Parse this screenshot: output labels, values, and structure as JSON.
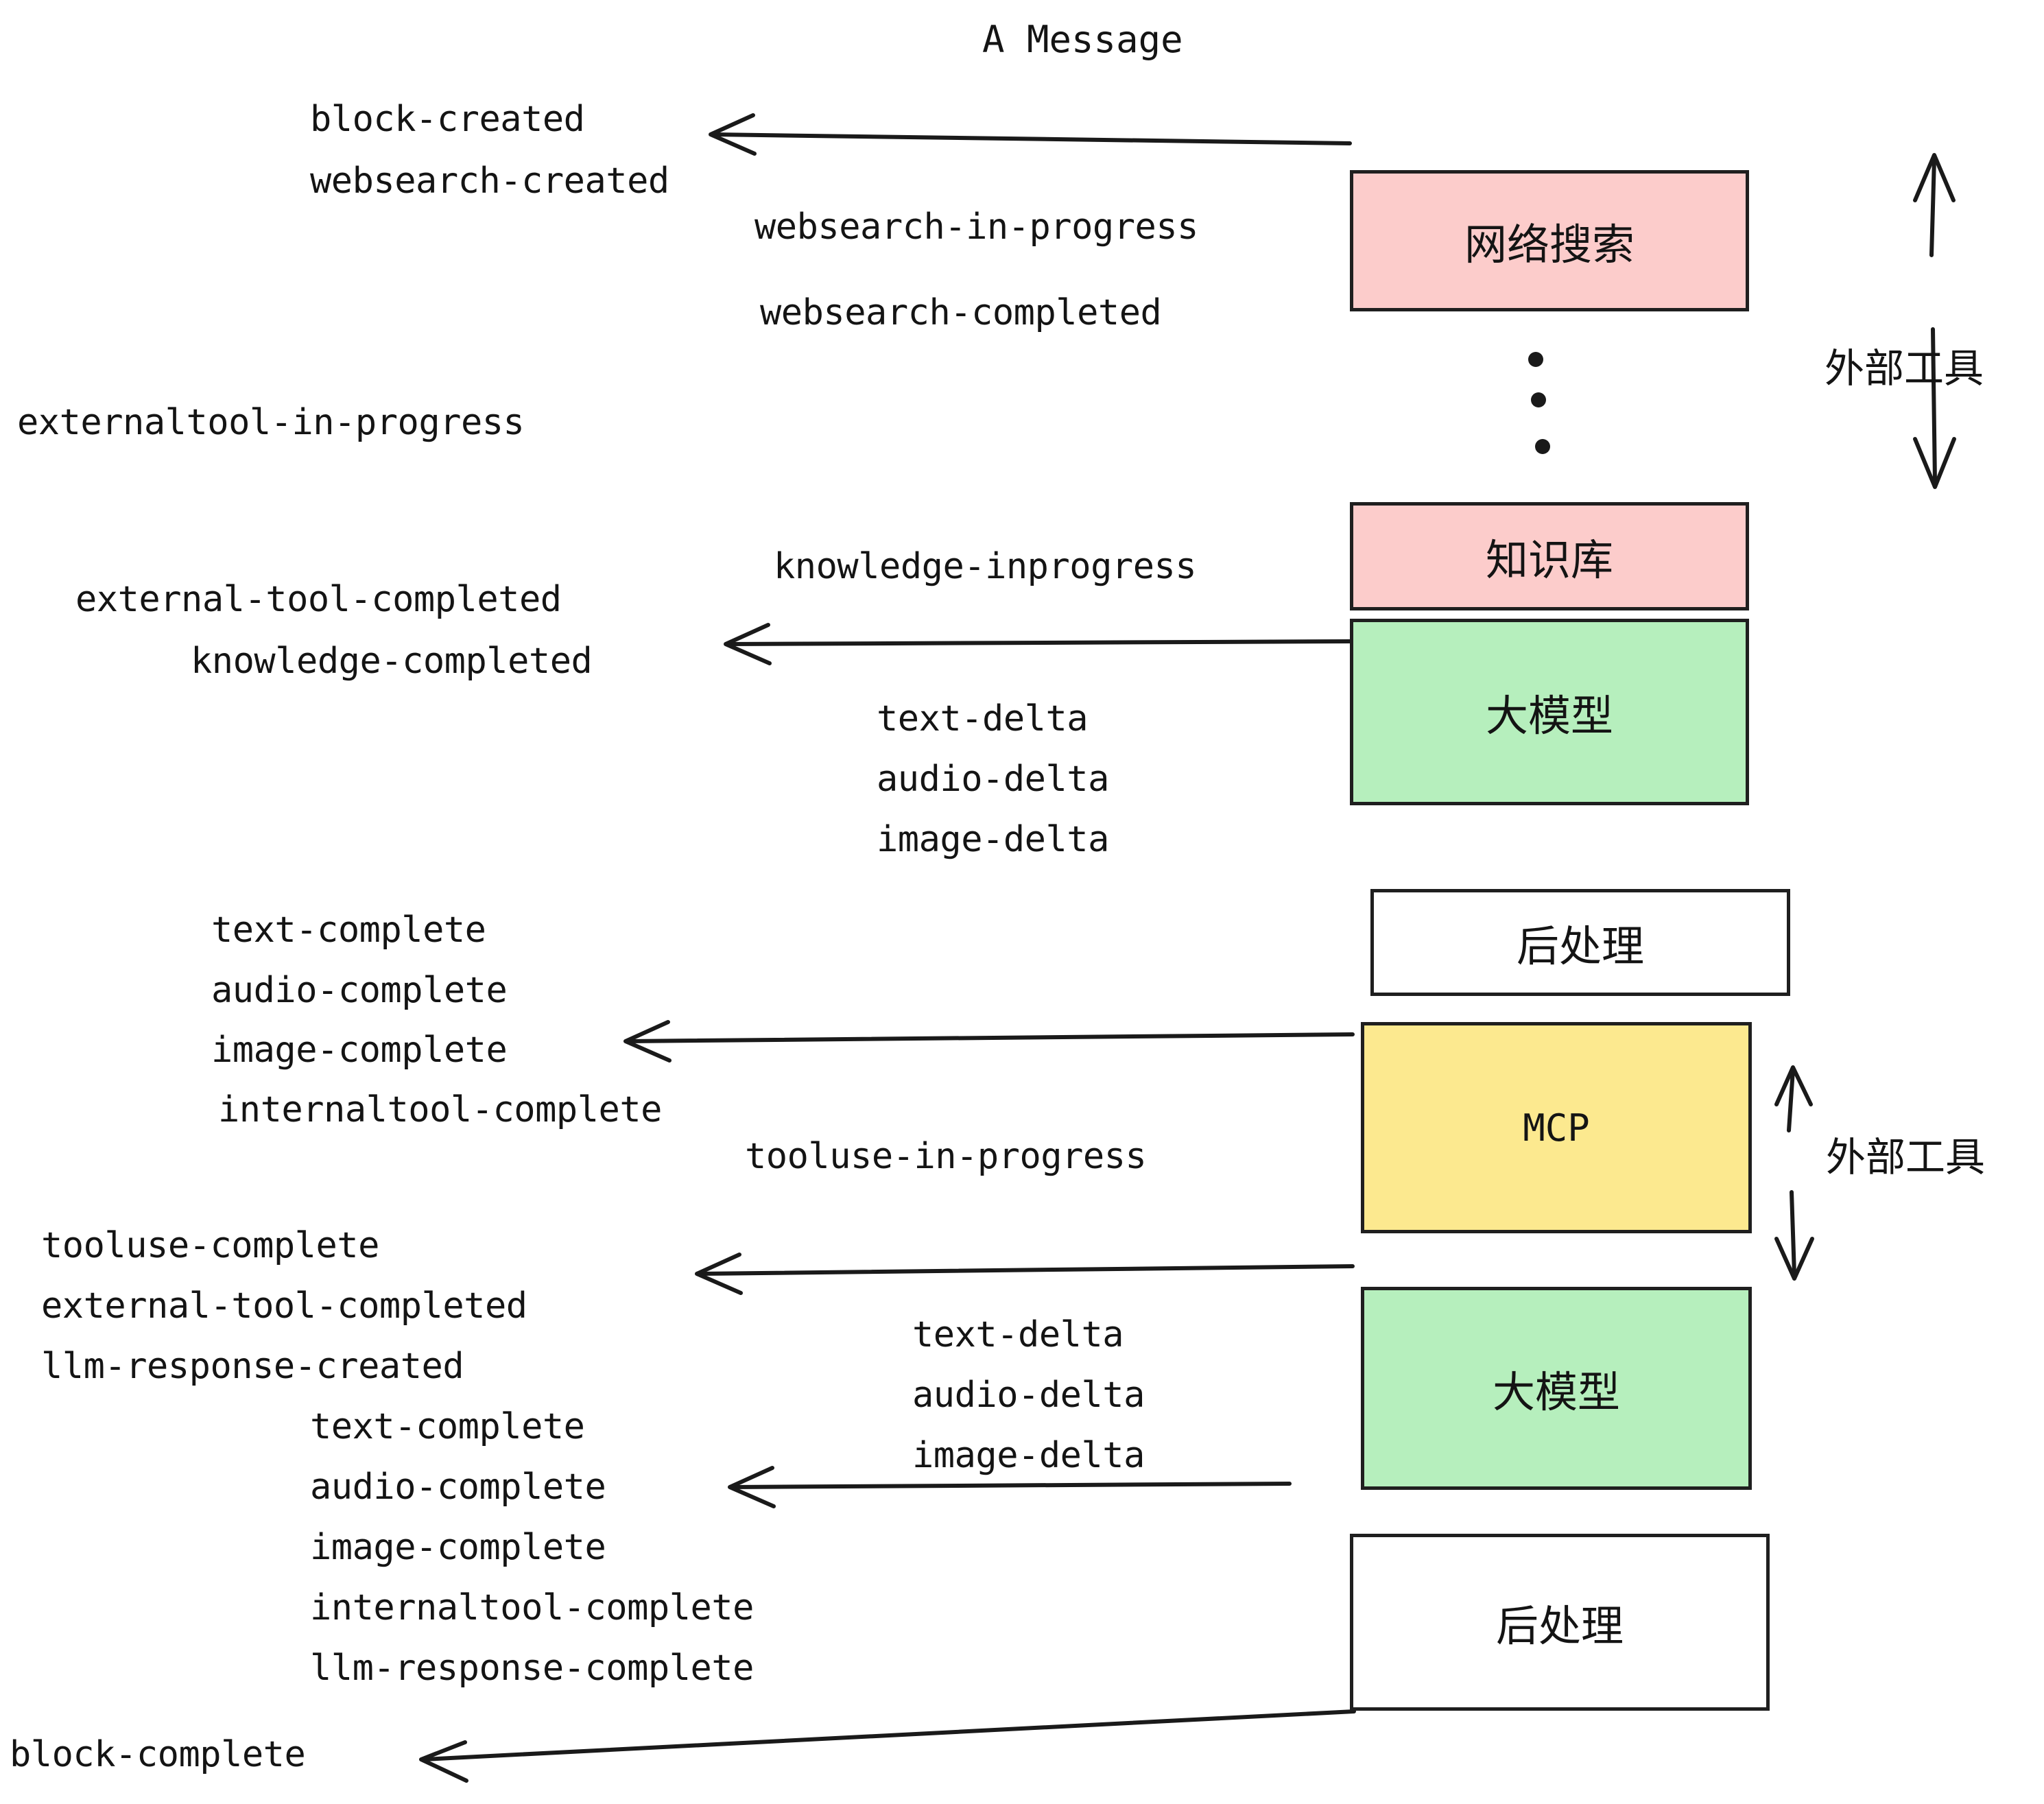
{
  "diagram": {
    "title": "A Message",
    "colors": {
      "pink": "#FCCCCB",
      "green": "#B6EFBD",
      "yellow": "#FCE98F",
      "white": "#FFFFFF",
      "stroke": "#1F1F1F",
      "text": "#141414",
      "background": "#FFFFFF"
    },
    "boxes": [
      {
        "id": "websearch",
        "label": "网络搜索",
        "fill": "pink"
      },
      {
        "id": "knowledge",
        "label": "知识库",
        "fill": "pink"
      },
      {
        "id": "llm-1",
        "label": "大模型",
        "fill": "green"
      },
      {
        "id": "postprocess-1",
        "label": "后处理",
        "fill": "white"
      },
      {
        "id": "mcp",
        "label": "MCP",
        "fill": "yellow"
      },
      {
        "id": "llm-2",
        "label": "大模型",
        "fill": "green"
      },
      {
        "id": "postprocess-2",
        "label": "后处理",
        "fill": "white"
      }
    ],
    "side_labels": [
      {
        "id": "external-tool-top",
        "label": "外部工具"
      },
      {
        "id": "external-tool-bottom",
        "label": "外部工具"
      }
    ],
    "events": [
      {
        "id": "block-created",
        "text": "block-created"
      },
      {
        "id": "websearch-created",
        "text": "websearch-created"
      },
      {
        "id": "websearch-in-progress",
        "text": "websearch-in-progress"
      },
      {
        "id": "websearch-completed",
        "text": "websearch-completed"
      },
      {
        "id": "externaltool-in-progress",
        "text": "externaltool-in-progress"
      },
      {
        "id": "knowledge-inprogress",
        "text": "knowledge-inprogress"
      },
      {
        "id": "external-tool-completed-1",
        "text": "external-tool-completed"
      },
      {
        "id": "knowledge-completed",
        "text": "knowledge-completed"
      },
      {
        "id": "text-delta-1",
        "text": "text-delta"
      },
      {
        "id": "audio-delta-1",
        "text": "audio-delta"
      },
      {
        "id": "image-delta-1",
        "text": "image-delta"
      },
      {
        "id": "text-complete-1",
        "text": "text-complete"
      },
      {
        "id": "audio-complete-1",
        "text": "audio-complete"
      },
      {
        "id": "image-complete-1",
        "text": "image-complete"
      },
      {
        "id": "internaltool-complete-1",
        "text": "internaltool-complete"
      },
      {
        "id": "tooluse-in-progress",
        "text": "tooluse-in-progress"
      },
      {
        "id": "tooluse-complete",
        "text": "tooluse-complete"
      },
      {
        "id": "external-tool-completed-2",
        "text": "external-tool-completed"
      },
      {
        "id": "llm-response-created",
        "text": "llm-response-created"
      },
      {
        "id": "text-delta-2",
        "text": "text-delta"
      },
      {
        "id": "audio-delta-2",
        "text": "audio-delta"
      },
      {
        "id": "image-delta-2",
        "text": "image-delta"
      },
      {
        "id": "text-complete-2",
        "text": "text-complete"
      },
      {
        "id": "audio-complete-2",
        "text": "audio-complete"
      },
      {
        "id": "image-complete-2",
        "text": "image-complete"
      },
      {
        "id": "internaltool-complete-2",
        "text": "internaltool-complete"
      },
      {
        "id": "llm-response-complete",
        "text": "llm-response-complete"
      },
      {
        "id": "block-complete",
        "text": "block-complete"
      }
    ]
  }
}
